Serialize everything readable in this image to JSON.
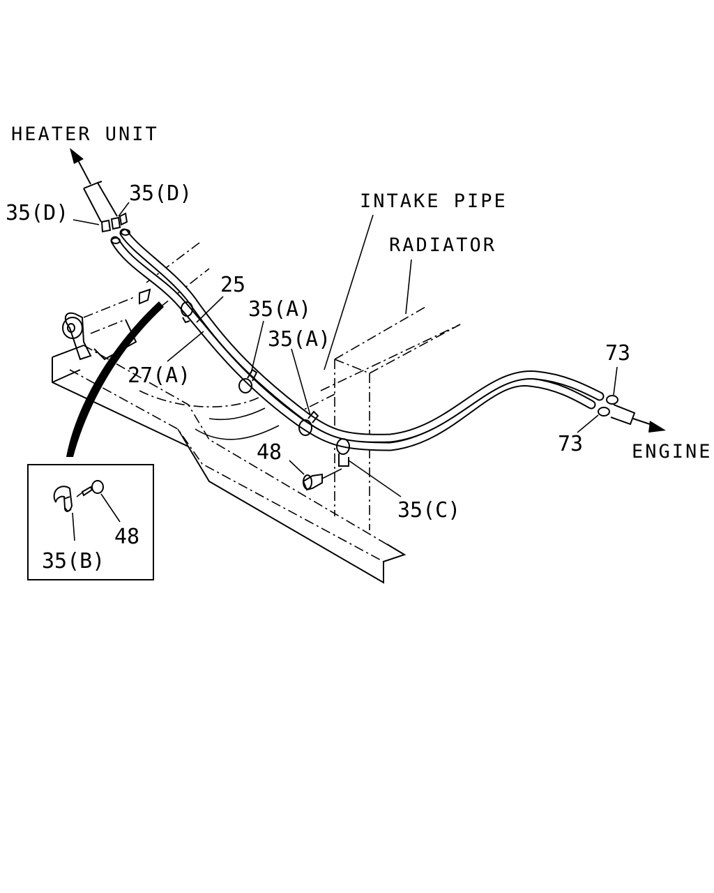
{
  "labels": {
    "heater_unit": "HEATER UNIT",
    "engine": "ENGINE",
    "intake_pipe": "INTAKE PIPE",
    "radiator": "RADIATOR",
    "clip_d_left": "35(D)",
    "clip_d_right": "35(D)",
    "hose_25": "25",
    "hose_27a": "27(A)",
    "clip_a_upper": "35(A)",
    "clip_a_lower": "35(A)",
    "bolt_48_main": "48",
    "clip_c": "35(C)",
    "clamp_73_upper": "73",
    "clamp_73_lower": "73",
    "inset_bolt_48": "48",
    "inset_clip_35b": "35(B)"
  }
}
